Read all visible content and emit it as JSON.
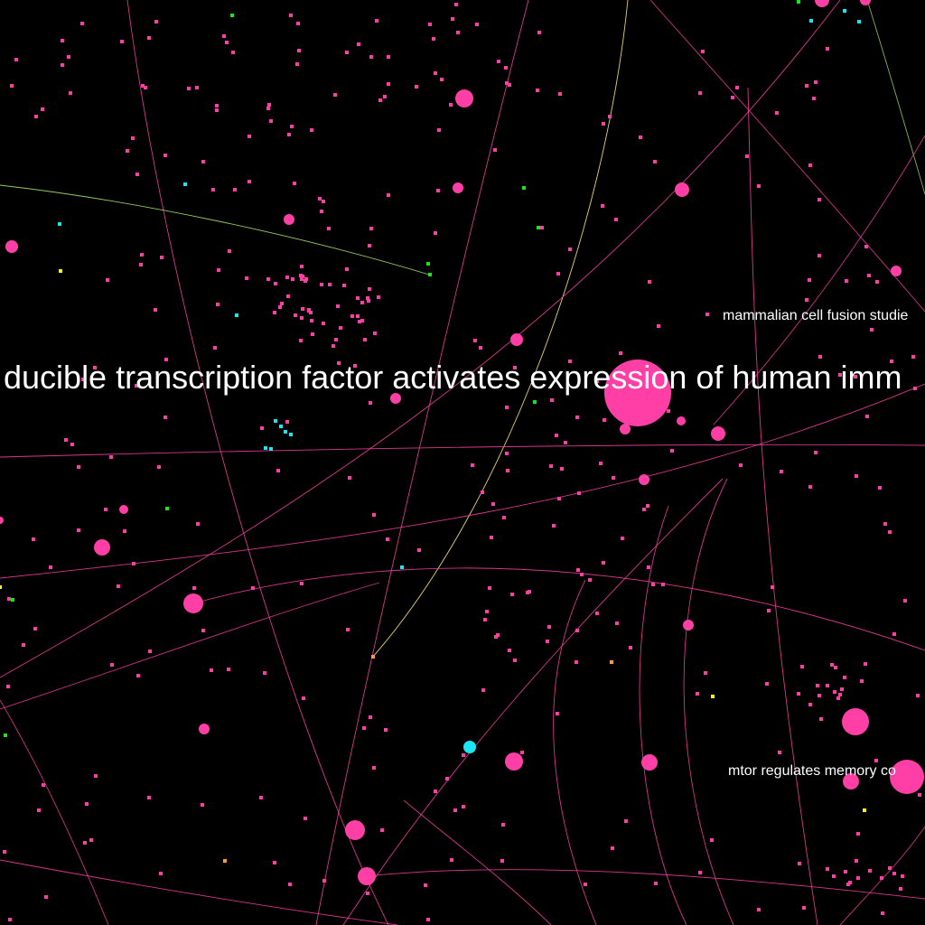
{
  "colors": {
    "background": "#000000",
    "node_pink": "#ff3fa6",
    "node_cyan": "#19e6f2",
    "node_green": "#19e619",
    "node_yellow": "#ffee22",
    "node_orange": "#ff9a3a",
    "edge_pink": "#ff3fa6",
    "edge_yellow": "#ffe97a",
    "edge_green": "#b8ff7a",
    "label": "#ffffff"
  },
  "labels": {
    "big": "ducible transcription factor activates expression of human imm",
    "mammalian": "mammalian cell fusion studie",
    "mtor": "mtor regulates memory co"
  }
}
